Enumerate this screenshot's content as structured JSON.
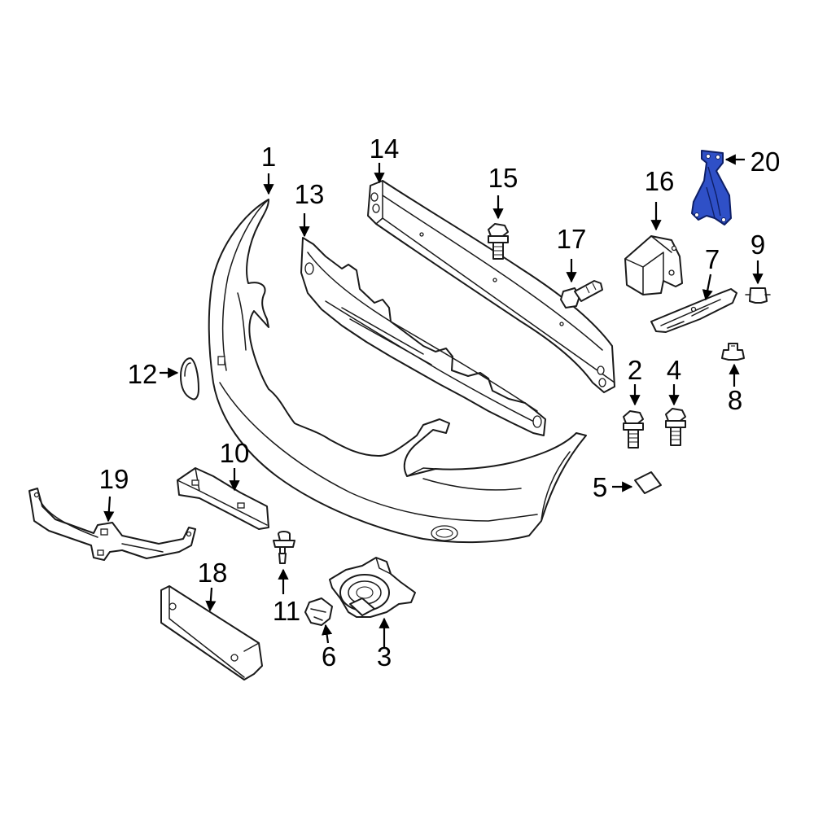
{
  "diagram": {
    "highlighted_part": "20",
    "highlight_color": "#2f50c7",
    "callouts": {
      "c1": "1",
      "c2": "2",
      "c3": "3",
      "c4": "4",
      "c5": "5",
      "c6": "6",
      "c7": "7",
      "c8": "8",
      "c9": "9",
      "c10": "10",
      "c11": "11",
      "c12": "12",
      "c13": "13",
      "c14": "14",
      "c15": "15",
      "c16": "16",
      "c17": "17",
      "c18": "18",
      "c19": "19",
      "c20": "20"
    }
  }
}
